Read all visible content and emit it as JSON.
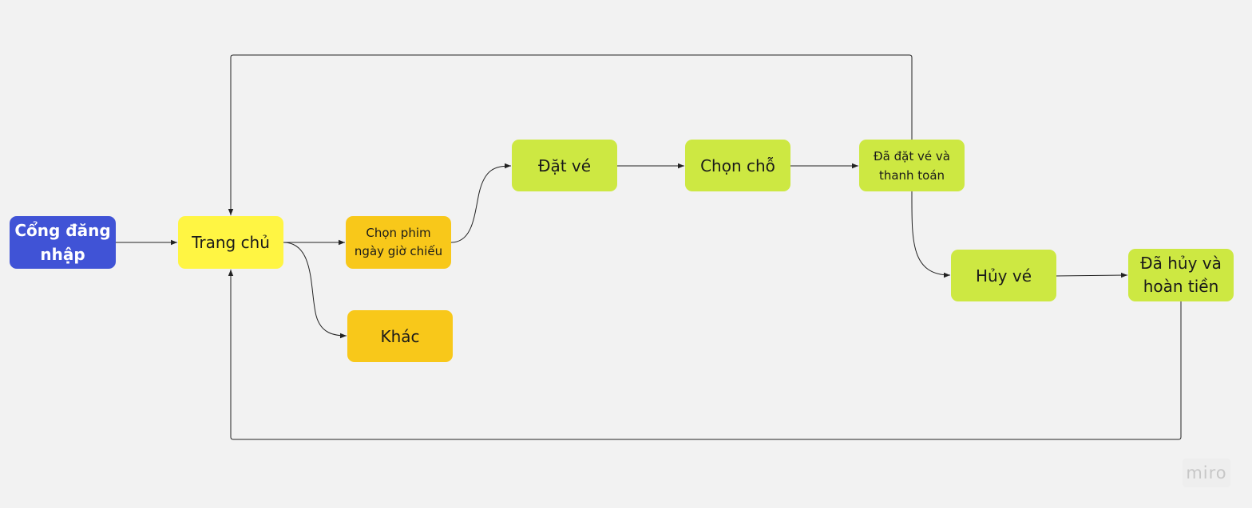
{
  "diagram": {
    "nodes": {
      "login": "Cổng đăng nhập",
      "home": "Trang chủ",
      "choose_movie": "Chọn phim ngày giờ chiếu",
      "other": "Khác",
      "book": "Đặt vé",
      "choose_seat": "Chọn chỗ",
      "booked_paid": "Đã đặt vé và thanh toán",
      "cancel": "Hủy vé",
      "cancelled_refunded": "Đã hủy và hoàn tiền"
    },
    "edges": [
      {
        "from": "login",
        "to": "home"
      },
      {
        "from": "home",
        "to": "choose_movie"
      },
      {
        "from": "home",
        "to": "other"
      },
      {
        "from": "choose_movie",
        "to": "book"
      },
      {
        "from": "book",
        "to": "choose_seat"
      },
      {
        "from": "choose_seat",
        "to": "booked_paid"
      },
      {
        "from": "booked_paid",
        "to": "cancel"
      },
      {
        "from": "cancel",
        "to": "cancelled_refunded"
      },
      {
        "from": "booked_paid",
        "to": "home"
      },
      {
        "from": "cancelled_refunded",
        "to": "home"
      }
    ],
    "colors": {
      "login": "#4053d6",
      "home": "#fff543",
      "orange": "#f8c81a",
      "green": "#cde842",
      "background": "#f2f2f2",
      "line": "#333333"
    }
  },
  "watermark": "miro"
}
